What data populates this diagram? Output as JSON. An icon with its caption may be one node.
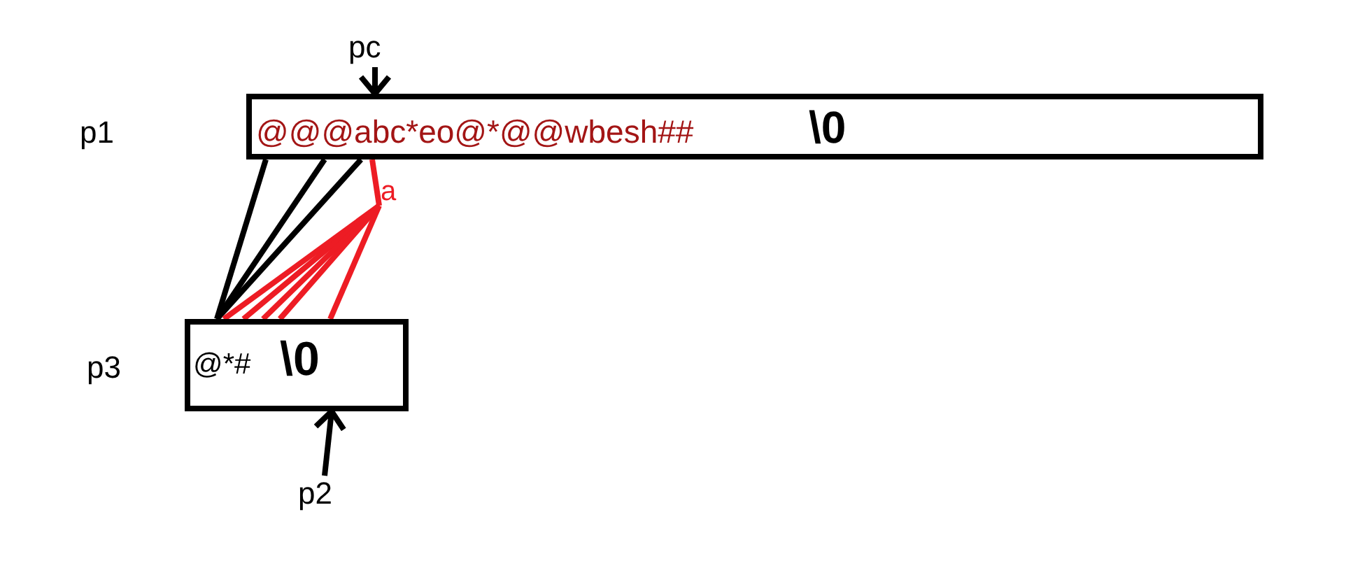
{
  "diagram": {
    "nodes": [
      {
        "text": [
          "@@@abc*eo@*@@wbesh##",
          "\\0"
        ]
      },
      {
        "text": [
          "@*#",
          "\\0"
        ]
      },
      {
        "text": [
          "pc"
        ]
      },
      {
        "text": [
          "p2"
        ]
      },
      {
        "text": [
          "a"
        ]
      }
    ],
    "edges": [
      {
        "from": 2,
        "to": 0,
        "arrow": "to",
        "color": "#000000"
      },
      {
        "from": 3,
        "to": 1,
        "arrow": "to",
        "color": "#000000"
      },
      {
        "from": 0,
        "to": 1,
        "arrow": "none",
        "color": "#000000"
      },
      {
        "from": 0,
        "to": 1,
        "arrow": "none",
        "color": "#000000"
      },
      {
        "from": 0,
        "to": 1,
        "arrow": "none",
        "color": "#000000"
      },
      {
        "from": 0,
        "to": 4,
        "arrow": "none",
        "color": "#ed1c24"
      },
      {
        "from": 4,
        "to": 1,
        "arrow": "none",
        "color": "#ed1c24"
      },
      {
        "from": 4,
        "to": 1,
        "arrow": "none",
        "color": "#ed1c24"
      },
      {
        "from": 4,
        "to": 1,
        "arrow": "none",
        "color": "#ed1c24"
      },
      {
        "from": 4,
        "to": 1,
        "arrow": "none",
        "color": "#ed1c24"
      },
      {
        "from": 4,
        "to": 1,
        "arrow": "none",
        "color": "#ed1c24"
      }
    ],
    "labels": [
      "p1",
      "p3"
    ]
  }
}
